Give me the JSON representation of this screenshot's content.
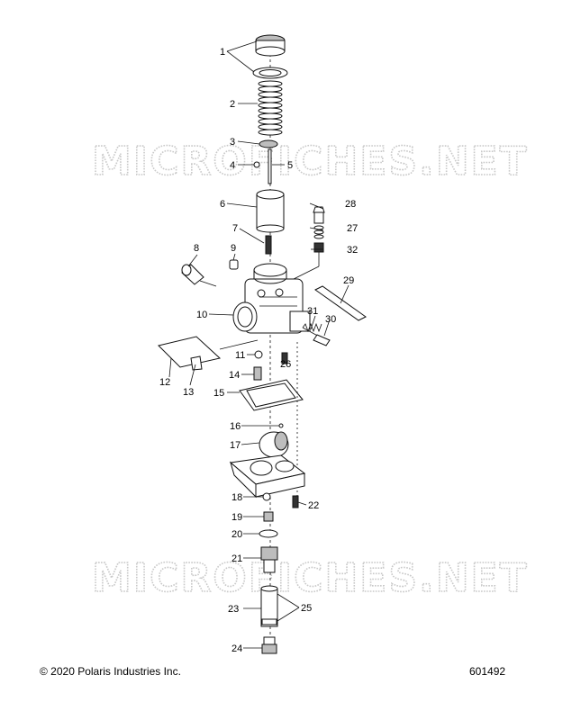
{
  "watermark": "MICROFICHES.NET",
  "callouts": [
    "1",
    "2",
    "3",
    "4",
    "5",
    "6",
    "7",
    "8",
    "9",
    "10",
    "11",
    "12",
    "13",
    "14",
    "15",
    "16",
    "17",
    "18",
    "19",
    "20",
    "21",
    "22",
    "23",
    "24",
    "25",
    "26",
    "27",
    "28",
    "29",
    "30",
    "31",
    "32"
  ],
  "footer": {
    "copyright": "© 2020 Polaris Industries Inc.",
    "document_number": "601492"
  }
}
